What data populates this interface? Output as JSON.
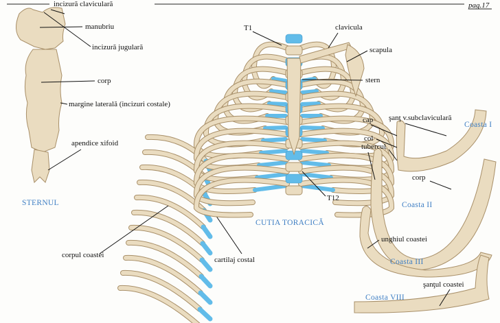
{
  "header": {
    "page": "pag.17"
  },
  "sternum": {
    "title": "STERNUL",
    "labels": {
      "clavicular_notch": "incizură claviculară",
      "manubrium": "manubriu",
      "jugular_notch": "incizură jugulară",
      "body": "corp",
      "lateral_margin": "margine laterală (incizuri costale)",
      "xiphoid": "apendice xifoid"
    }
  },
  "side_ribs": {
    "labels": {
      "rib_body": "corpul coastei",
      "costal_cartilage": "cartilaj costal"
    }
  },
  "thorax": {
    "title": "CUTIA TORACICĂ",
    "labels": {
      "t1": "T1",
      "clavicle": "clavicula",
      "scapula": "scapula",
      "sternum": "stern",
      "t12": "T12"
    }
  },
  "ribs": {
    "rib1": {
      "title": "Coasta I",
      "head": "cap",
      "groove": "şanţ v.subclaviculară",
      "neck": "col",
      "tubercle": "tubercul"
    },
    "rib2": {
      "title": "Coasta II",
      "body": "corp"
    },
    "rib3": {
      "title": "Coasta III",
      "angle": "unghiul coastei"
    },
    "rib8": {
      "title": "Coasta VIII",
      "groove": "şanţul coastei"
    }
  },
  "colors": {
    "bone": "#eadcc0",
    "cartilage": "#62bce9",
    "title_blue": "#3f7fc4"
  }
}
